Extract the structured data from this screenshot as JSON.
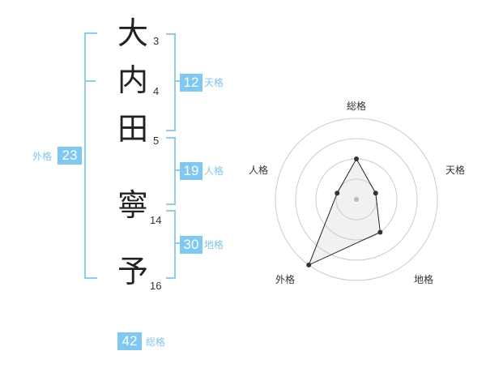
{
  "colors": {
    "accent": "#7ec8f4",
    "bracket": "#8fcdf5",
    "text": "#222222"
  },
  "name_chars": [
    {
      "char": "大",
      "strokes": "3"
    },
    {
      "char": "内",
      "strokes": "4"
    },
    {
      "char": "田",
      "strokes": "5"
    },
    {
      "char": "寧",
      "strokes": "14"
    },
    {
      "char": "予",
      "strokes": "16"
    }
  ],
  "kakusu": {
    "tenkaku": {
      "value": "12",
      "label": "天格"
    },
    "jinkaku": {
      "value": "19",
      "label": "人格"
    },
    "chikaku": {
      "value": "30",
      "label": "地格"
    },
    "gaikaku": {
      "value": "23",
      "label": "外格"
    },
    "soukaku": {
      "value": "42",
      "label": "総格"
    }
  },
  "radar": {
    "axes": [
      "総格",
      "天格",
      "地格",
      "外格",
      "人格"
    ],
    "levels": 4,
    "values": [
      2,
      1,
      2,
      4,
      1
    ],
    "max": 4
  }
}
